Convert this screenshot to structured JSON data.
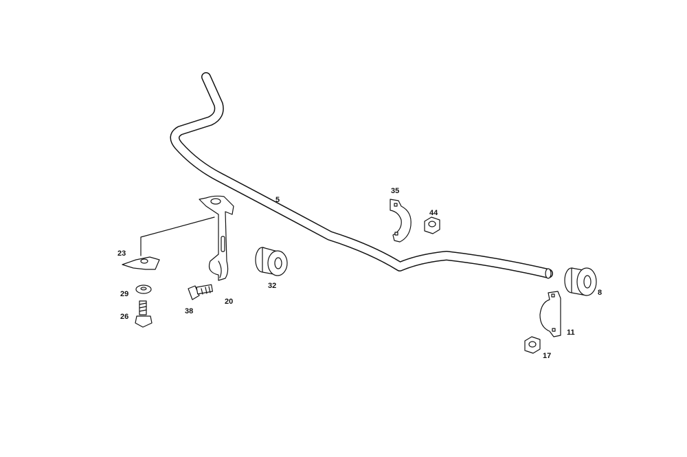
{
  "diagram": {
    "labels": {
      "p5": "5",
      "p8": "8",
      "p11": "11",
      "p17": "17",
      "p20": "20",
      "p23": "23",
      "p26": "26",
      "p29": "29",
      "p32": "32",
      "p35": "35",
      "p38": "38",
      "p44": "44"
    }
  }
}
